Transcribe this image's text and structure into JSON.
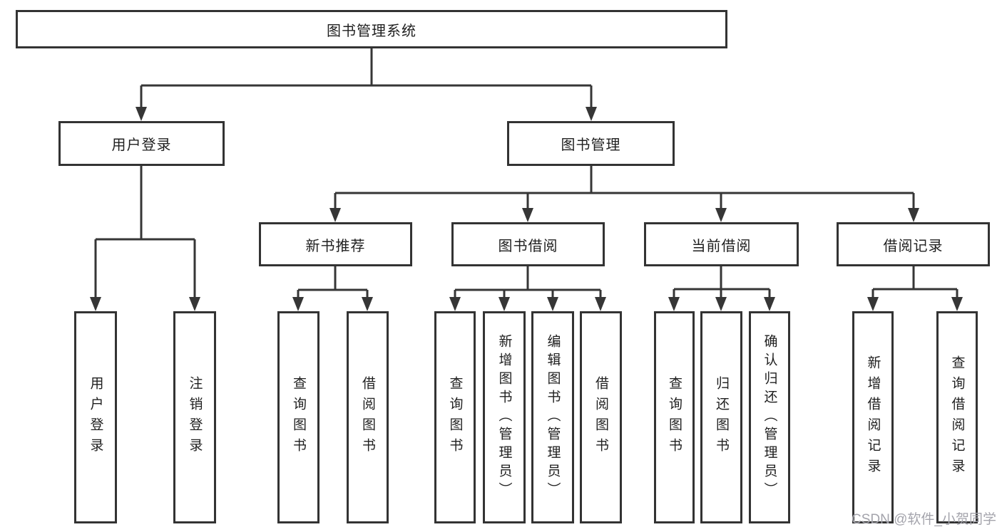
{
  "tree": {
    "root": "图书管理系统",
    "branches": [
      {
        "label": "用户登录",
        "children": [
          "用户登录",
          "注销登录"
        ]
      },
      {
        "label": "图书管理",
        "groups": [
          {
            "label": "新书推荐",
            "children": [
              "查询图书",
              "借阅图书"
            ]
          },
          {
            "label": "图书借阅",
            "children": [
              "查询图书",
              "新增图书（管理员）",
              "编辑图书（管理员）",
              "借阅图书"
            ]
          },
          {
            "label": "当前借阅",
            "children": [
              "查询图书",
              "归还图书",
              "确认归还（管理员）"
            ]
          },
          {
            "label": "借阅记录",
            "children": [
              "新增借阅记录",
              "查询借阅记录"
            ]
          }
        ]
      }
    ]
  },
  "watermark": "CSDN @软件_小贺同学",
  "colors": {
    "line": "#363636",
    "box_border": "#333333",
    "text": "#1f1f1f",
    "watermark": "#a4a4ac",
    "background": "#ffffff"
  }
}
